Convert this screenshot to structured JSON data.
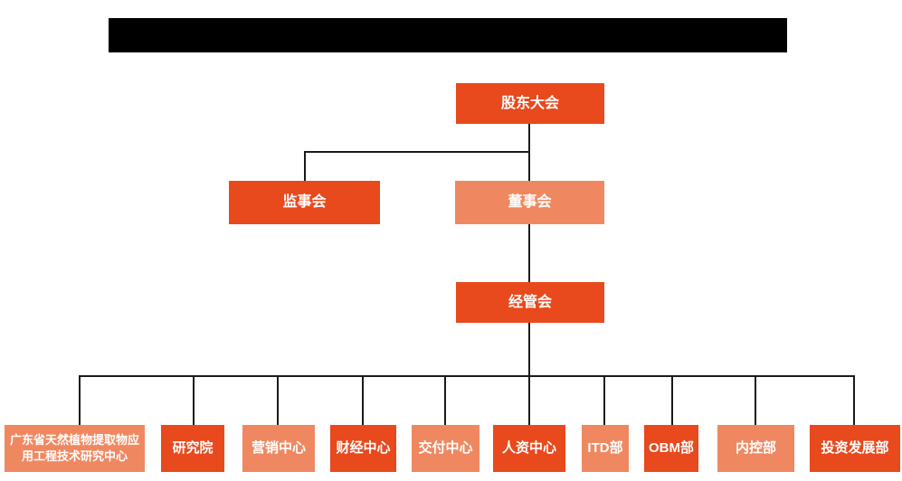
{
  "colors": {
    "primary": "#e8491d",
    "secondary": "#ef8861",
    "line": "#1a1a1a",
    "title_bar": "#000000"
  },
  "title_bar": {
    "note": "redacted-black-bar"
  },
  "org": {
    "level1": {
      "label": "股东大会",
      "variant": "primary"
    },
    "level2": [
      {
        "label": "监事会",
        "variant": "primary"
      },
      {
        "label": "董事会",
        "variant": "secondary"
      }
    ],
    "level3": {
      "label": "经管会",
      "variant": "primary"
    },
    "level4": [
      {
        "label": "广东省天然植物提取物应用工程技术研究中心",
        "variant": "secondary"
      },
      {
        "label": "研究院",
        "variant": "primary"
      },
      {
        "label": "营销中心",
        "variant": "secondary"
      },
      {
        "label": "财经中心",
        "variant": "primary"
      },
      {
        "label": "交付中心",
        "variant": "secondary"
      },
      {
        "label": "人资中心",
        "variant": "primary"
      },
      {
        "label": "ITD部",
        "variant": "secondary"
      },
      {
        "label": "OBM部",
        "variant": "primary"
      },
      {
        "label": "内控部",
        "variant": "secondary"
      },
      {
        "label": "投资发展部",
        "variant": "primary"
      }
    ]
  }
}
